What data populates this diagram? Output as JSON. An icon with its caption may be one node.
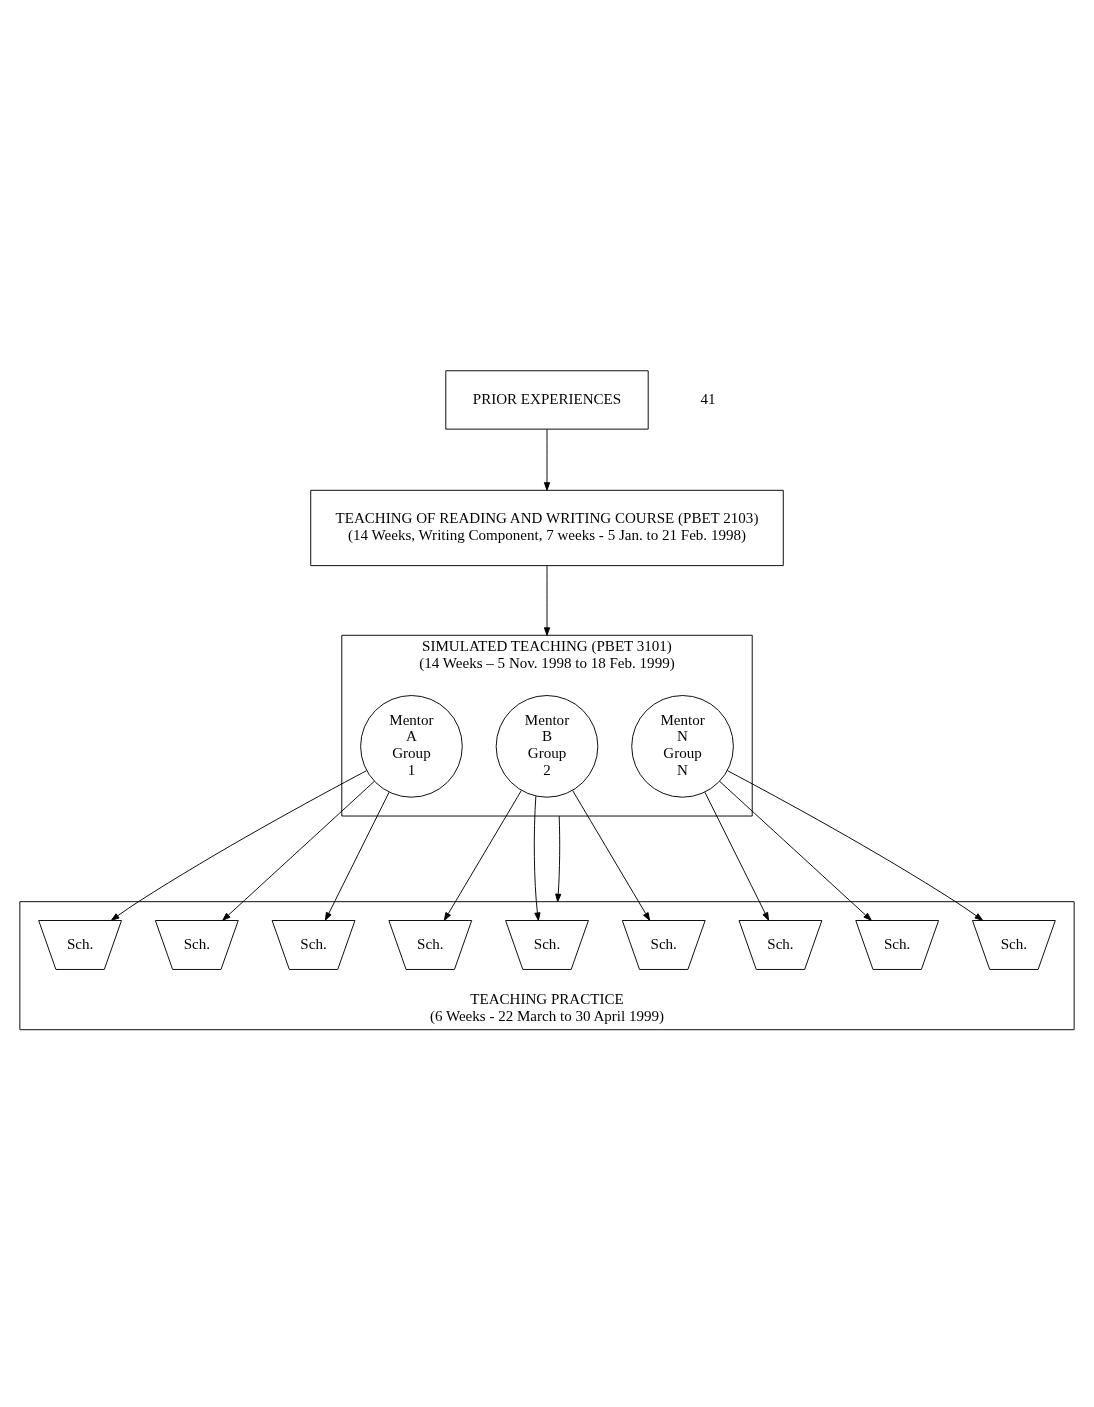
{
  "diagram": {
    "nodes": [
      {
        "text": [
          "PRIOR EXPERIENCES"
        ]
      },
      {
        "text": [
          "TEACHING OF READING AND WRITING COURSE (PBET 2103)",
          "(14 Weeks, Writing Component, 7 weeks - 5 Jan. to 21 Feb. 1998)"
        ]
      },
      {
        "text": [
          "SIMULATED TEACHING (PBET 3101)",
          "(14 Weeks – 5 Nov. 1998 to 18 Feb. 1999)"
        ]
      },
      {
        "text": [
          "Mentor A Group 1"
        ],
        "in": 2
      },
      {
        "text": [
          "Mentor B Group 2"
        ],
        "in": 2
      },
      {
        "text": [
          "Mentor N Group N"
        ],
        "in": 2
      },
      {
        "text": [
          "TEACHING PRACTICE",
          "(6 Weeks - 22 March to 30 April 1999)"
        ]
      },
      {
        "text": [
          "Sch."
        ],
        "in": 6
      },
      {
        "text": [
          "Sch."
        ],
        "in": 6
      },
      {
        "text": [
          "Sch."
        ],
        "in": 6
      },
      {
        "text": [
          "Sch."
        ],
        "in": 6
      },
      {
        "text": [
          "Sch."
        ],
        "in": 6
      },
      {
        "text": [
          "Sch."
        ],
        "in": 6
      },
      {
        "text": [
          "Sch."
        ],
        "in": 6
      },
      {
        "text": [
          "Sch."
        ],
        "in": 6
      },
      {
        "text": [
          "Sch."
        ],
        "in": 6
      }
    ],
    "edges": [
      {
        "from": 0,
        "to": 1,
        "arrow": "to"
      },
      {
        "from": 1,
        "to": 2,
        "arrow": "to"
      },
      {
        "from": 3,
        "to": 7,
        "arrow": "to"
      },
      {
        "from": 3,
        "to": 9,
        "arrow": "to"
      },
      {
        "from": 3,
        "to": 8,
        "arrow": "to"
      },
      {
        "from": 4,
        "to": 10,
        "arrow": "to"
      },
      {
        "from": 4,
        "to": 12,
        "arrow": "to"
      },
      {
        "from": 4,
        "to": 11,
        "arrow": "to"
      },
      {
        "from": 2,
        "to": 6,
        "arrow": "to"
      },
      {
        "from": 5,
        "to": 15,
        "arrow": "to"
      },
      {
        "from": 5,
        "to": 13,
        "arrow": "to"
      },
      {
        "from": 5,
        "to": 14,
        "arrow": "to"
      }
    ],
    "labels": [
      "41"
    ]
  }
}
